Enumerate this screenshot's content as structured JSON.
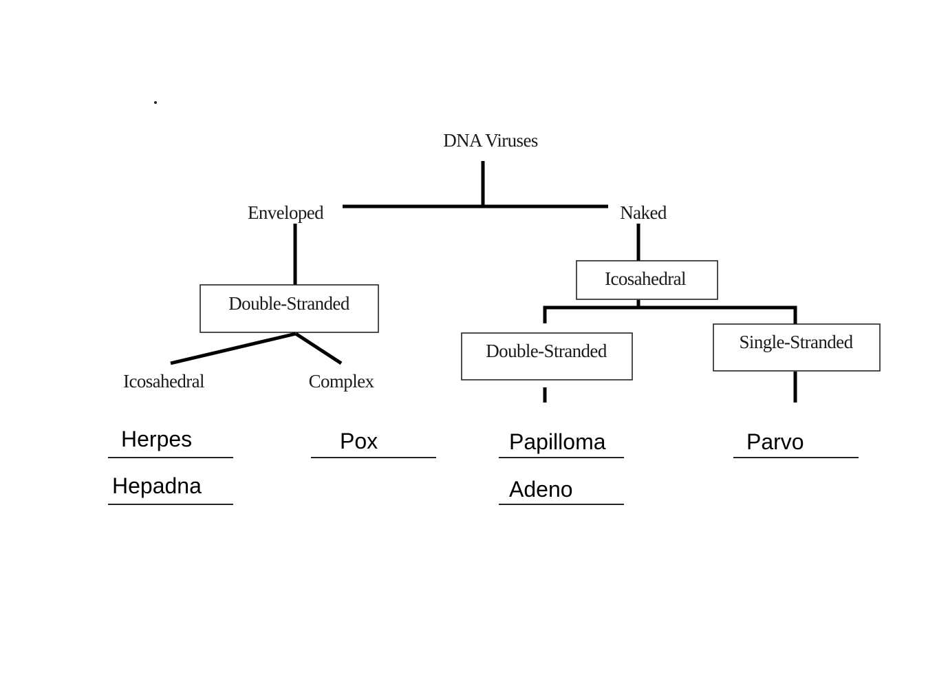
{
  "diagram": {
    "title": "DNA Viruses",
    "nodes": {
      "root": "DNA Viruses",
      "enveloped": "Enveloped",
      "naked": "Naked",
      "env_double": "Double-Stranded",
      "env_icosahedral": "Icosahedral",
      "env_complex": "Complex",
      "naked_icosahedral": "Icosahedral",
      "naked_double": "Double-Stranded",
      "naked_single": "Single-Stranded"
    },
    "answers": {
      "env_icosahedral": [
        "Herpes",
        "Hepadna"
      ],
      "env_complex": [
        "Pox"
      ],
      "naked_double": [
        "Papilloma",
        "Adeno"
      ],
      "naked_single": [
        "Parvo"
      ]
    },
    "colors": {
      "ink": "#000000",
      "background": "#ffffff"
    }
  }
}
